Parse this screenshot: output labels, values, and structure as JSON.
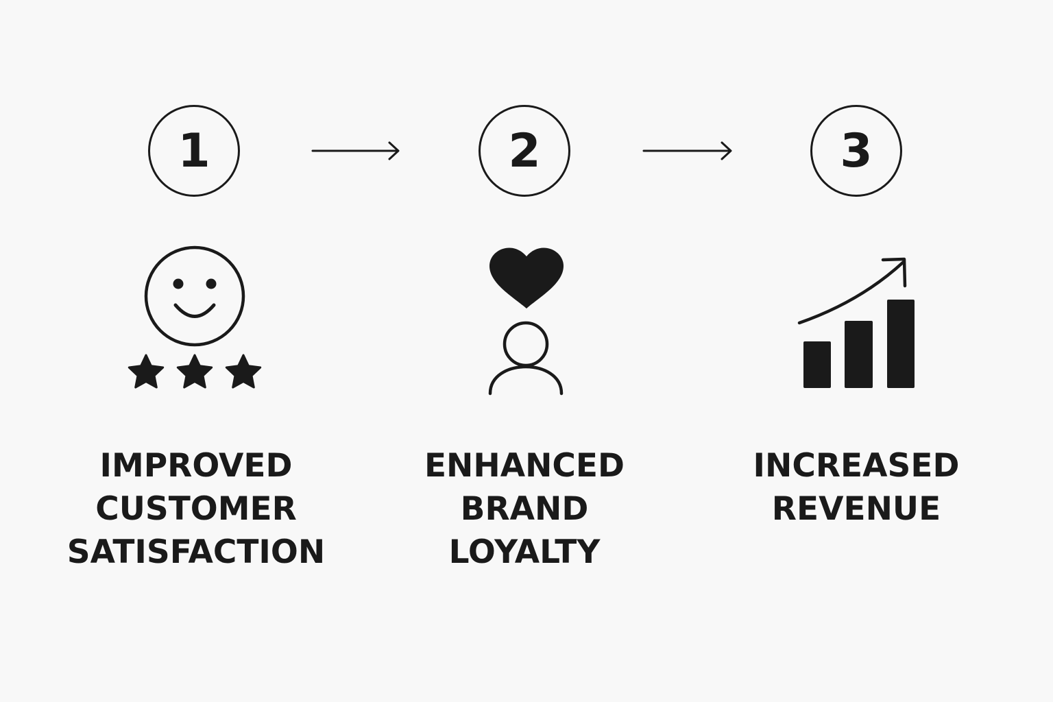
{
  "colors": {
    "background": "#f8f8f8",
    "ink": "#1a1a1a"
  },
  "steps": [
    {
      "number": "1",
      "icon": "smiley-face-with-stars-icon",
      "label_lines": [
        "IMPROVED",
        "CUSTOMER",
        "SATISFACTION"
      ]
    },
    {
      "number": "2",
      "icon": "heart-above-person-icon",
      "label_lines": [
        "ENHANCED",
        "BRAND",
        "LOYALTY"
      ]
    },
    {
      "number": "3",
      "icon": "growth-bar-chart-icon",
      "label_lines": [
        "INCREASED",
        "REVENUE"
      ]
    }
  ],
  "connectors": [
    "arrow-right-icon",
    "arrow-right-icon"
  ]
}
